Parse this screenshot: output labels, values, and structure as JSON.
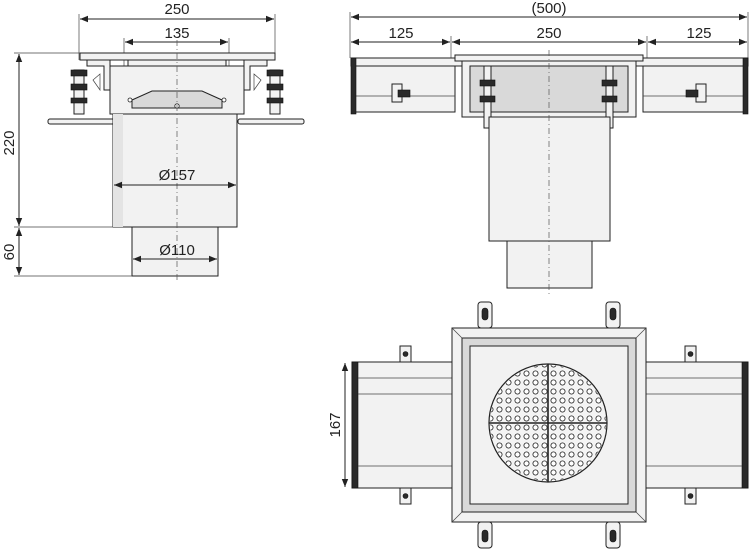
{
  "front_view": {
    "dim_width_top": "250",
    "dim_width_inner": "135",
    "dim_height_body": "220",
    "dim_height_outlet": "60",
    "dim_body_diameter": "Ø157",
    "dim_outlet_diameter": "Ø110"
  },
  "side_view": {
    "dim_total": "(500)",
    "dim_left": "125",
    "dim_center": "250",
    "dim_right": "125"
  },
  "top_view": {
    "dim_channel_width": "167"
  }
}
